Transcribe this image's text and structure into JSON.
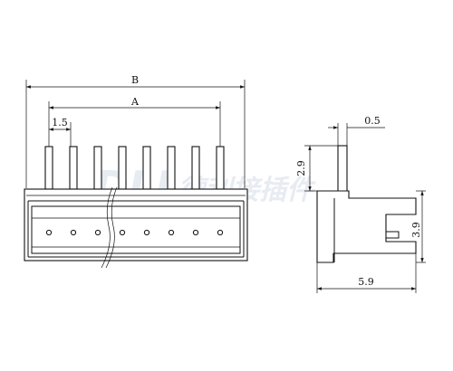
{
  "watermark": {
    "latin": "DLL",
    "chinese": "德利接插件"
  },
  "front_view": {
    "dim_overall_label": "B",
    "dim_pin_span_label": "A",
    "dim_pitch_label": "1.5",
    "pin_count": 8
  },
  "side_view": {
    "dim_pin_thickness": "0.5",
    "dim_pin_height": "2.9",
    "dim_body_height": "3.9",
    "dim_depth": "5.9"
  }
}
